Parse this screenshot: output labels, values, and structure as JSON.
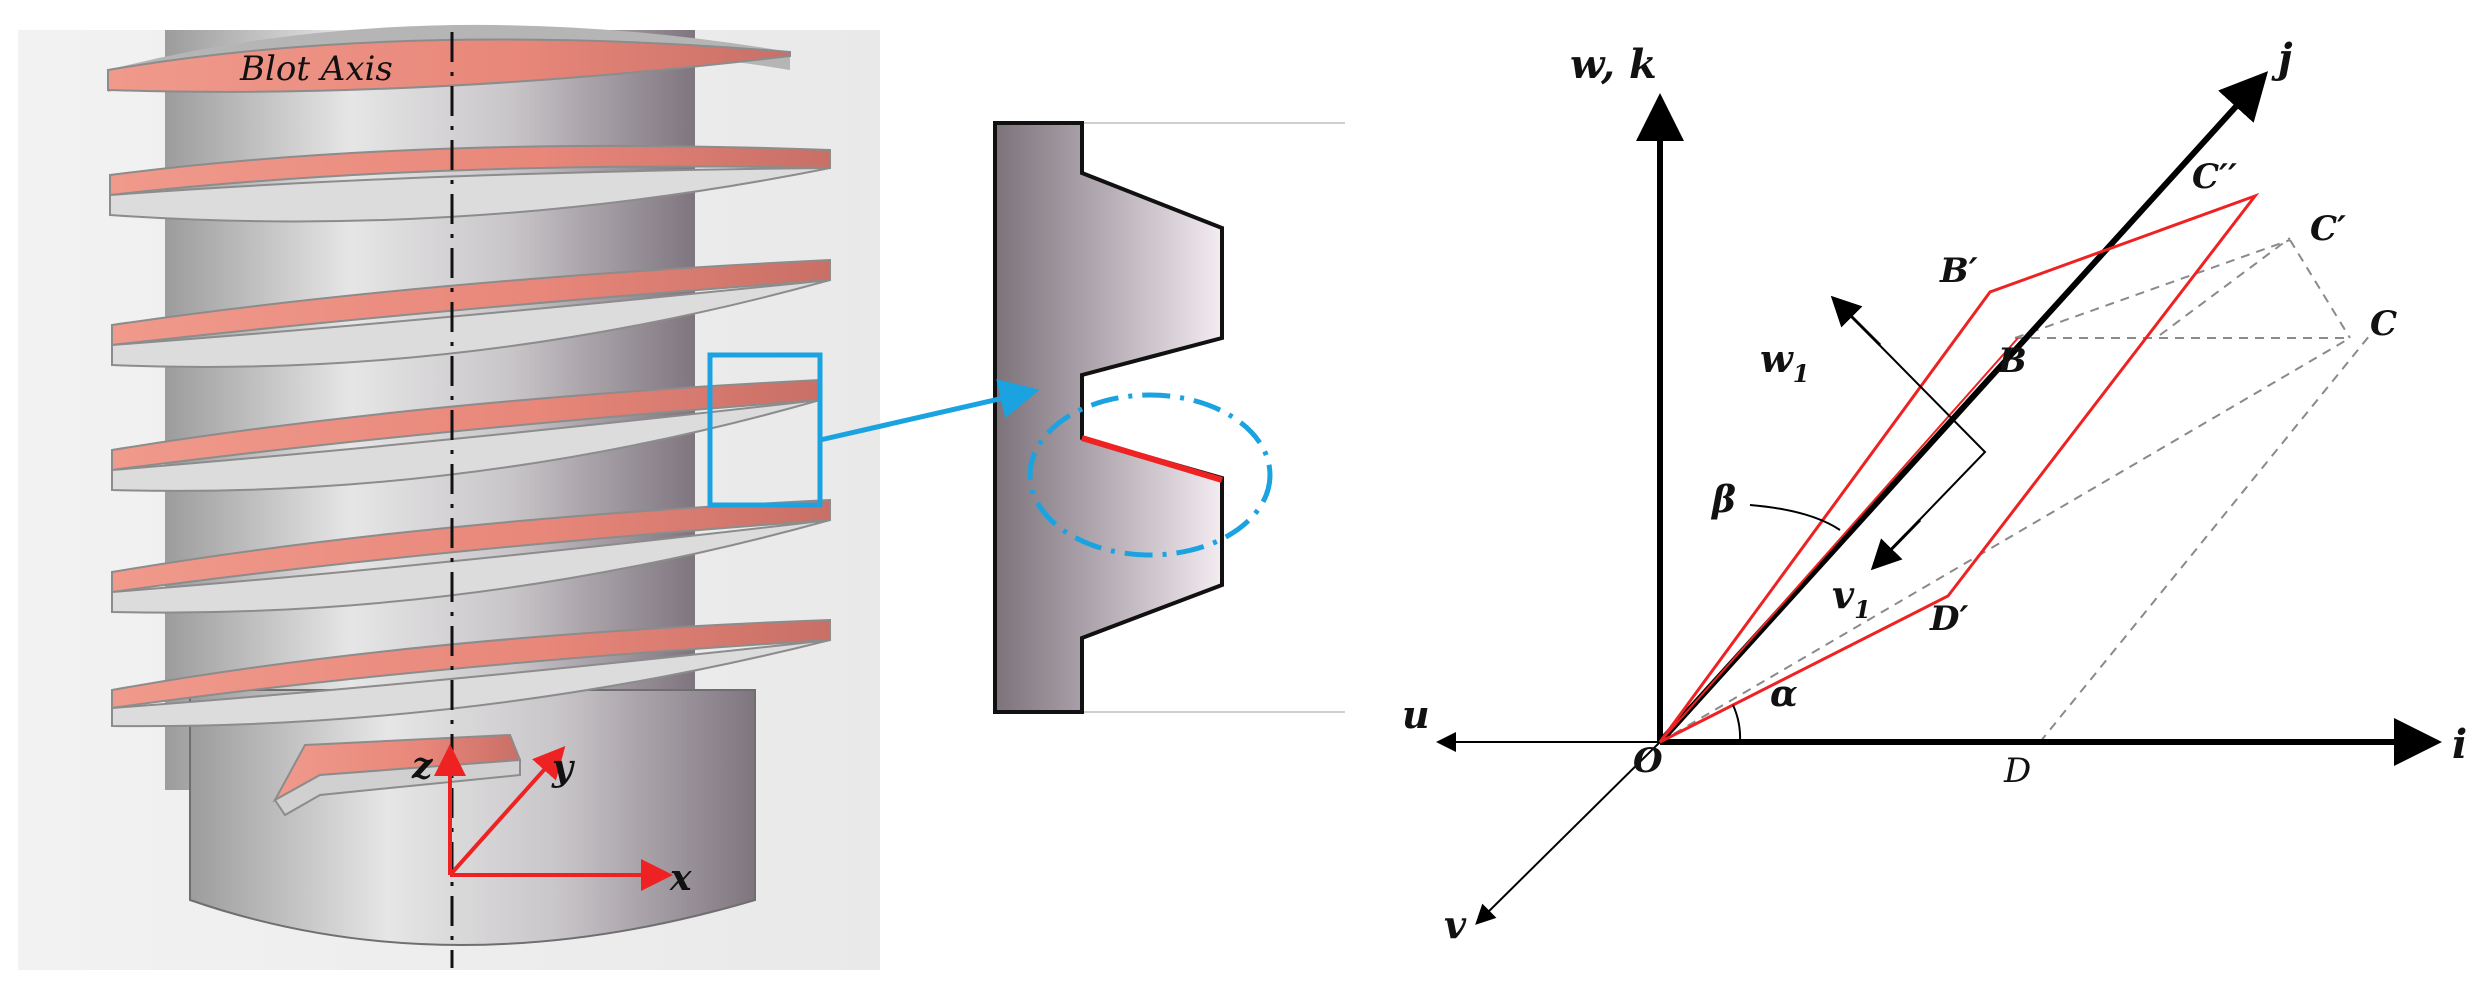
{
  "bolt_figure": {
    "axis_label": "Blot Axis",
    "coord_labels": {
      "x": "x",
      "y": "y",
      "z": "z"
    }
  },
  "diagram": {
    "labels": {
      "w_k": "w, k",
      "j": "j",
      "i": "i",
      "u": "u",
      "v": "v",
      "O": "O",
      "D": "D",
      "B": "B",
      "C": "C",
      "B_prime": "B′",
      "C_prime": "C′",
      "C_dprime": "C′′",
      "D_prime": "D′",
      "w1_base": "w",
      "w1_sub": "1",
      "v1_base": "v",
      "v1_sub": "1",
      "alpha": "α",
      "beta": "β"
    }
  },
  "colors": {
    "thread_face": "#e8877a",
    "thread_edge": "#9a9a9a",
    "highlight_box": "#1aa3e0",
    "profile_red": "#ee2222",
    "axis_black": "#000000",
    "dashed_gray": "#8a8a8a"
  }
}
